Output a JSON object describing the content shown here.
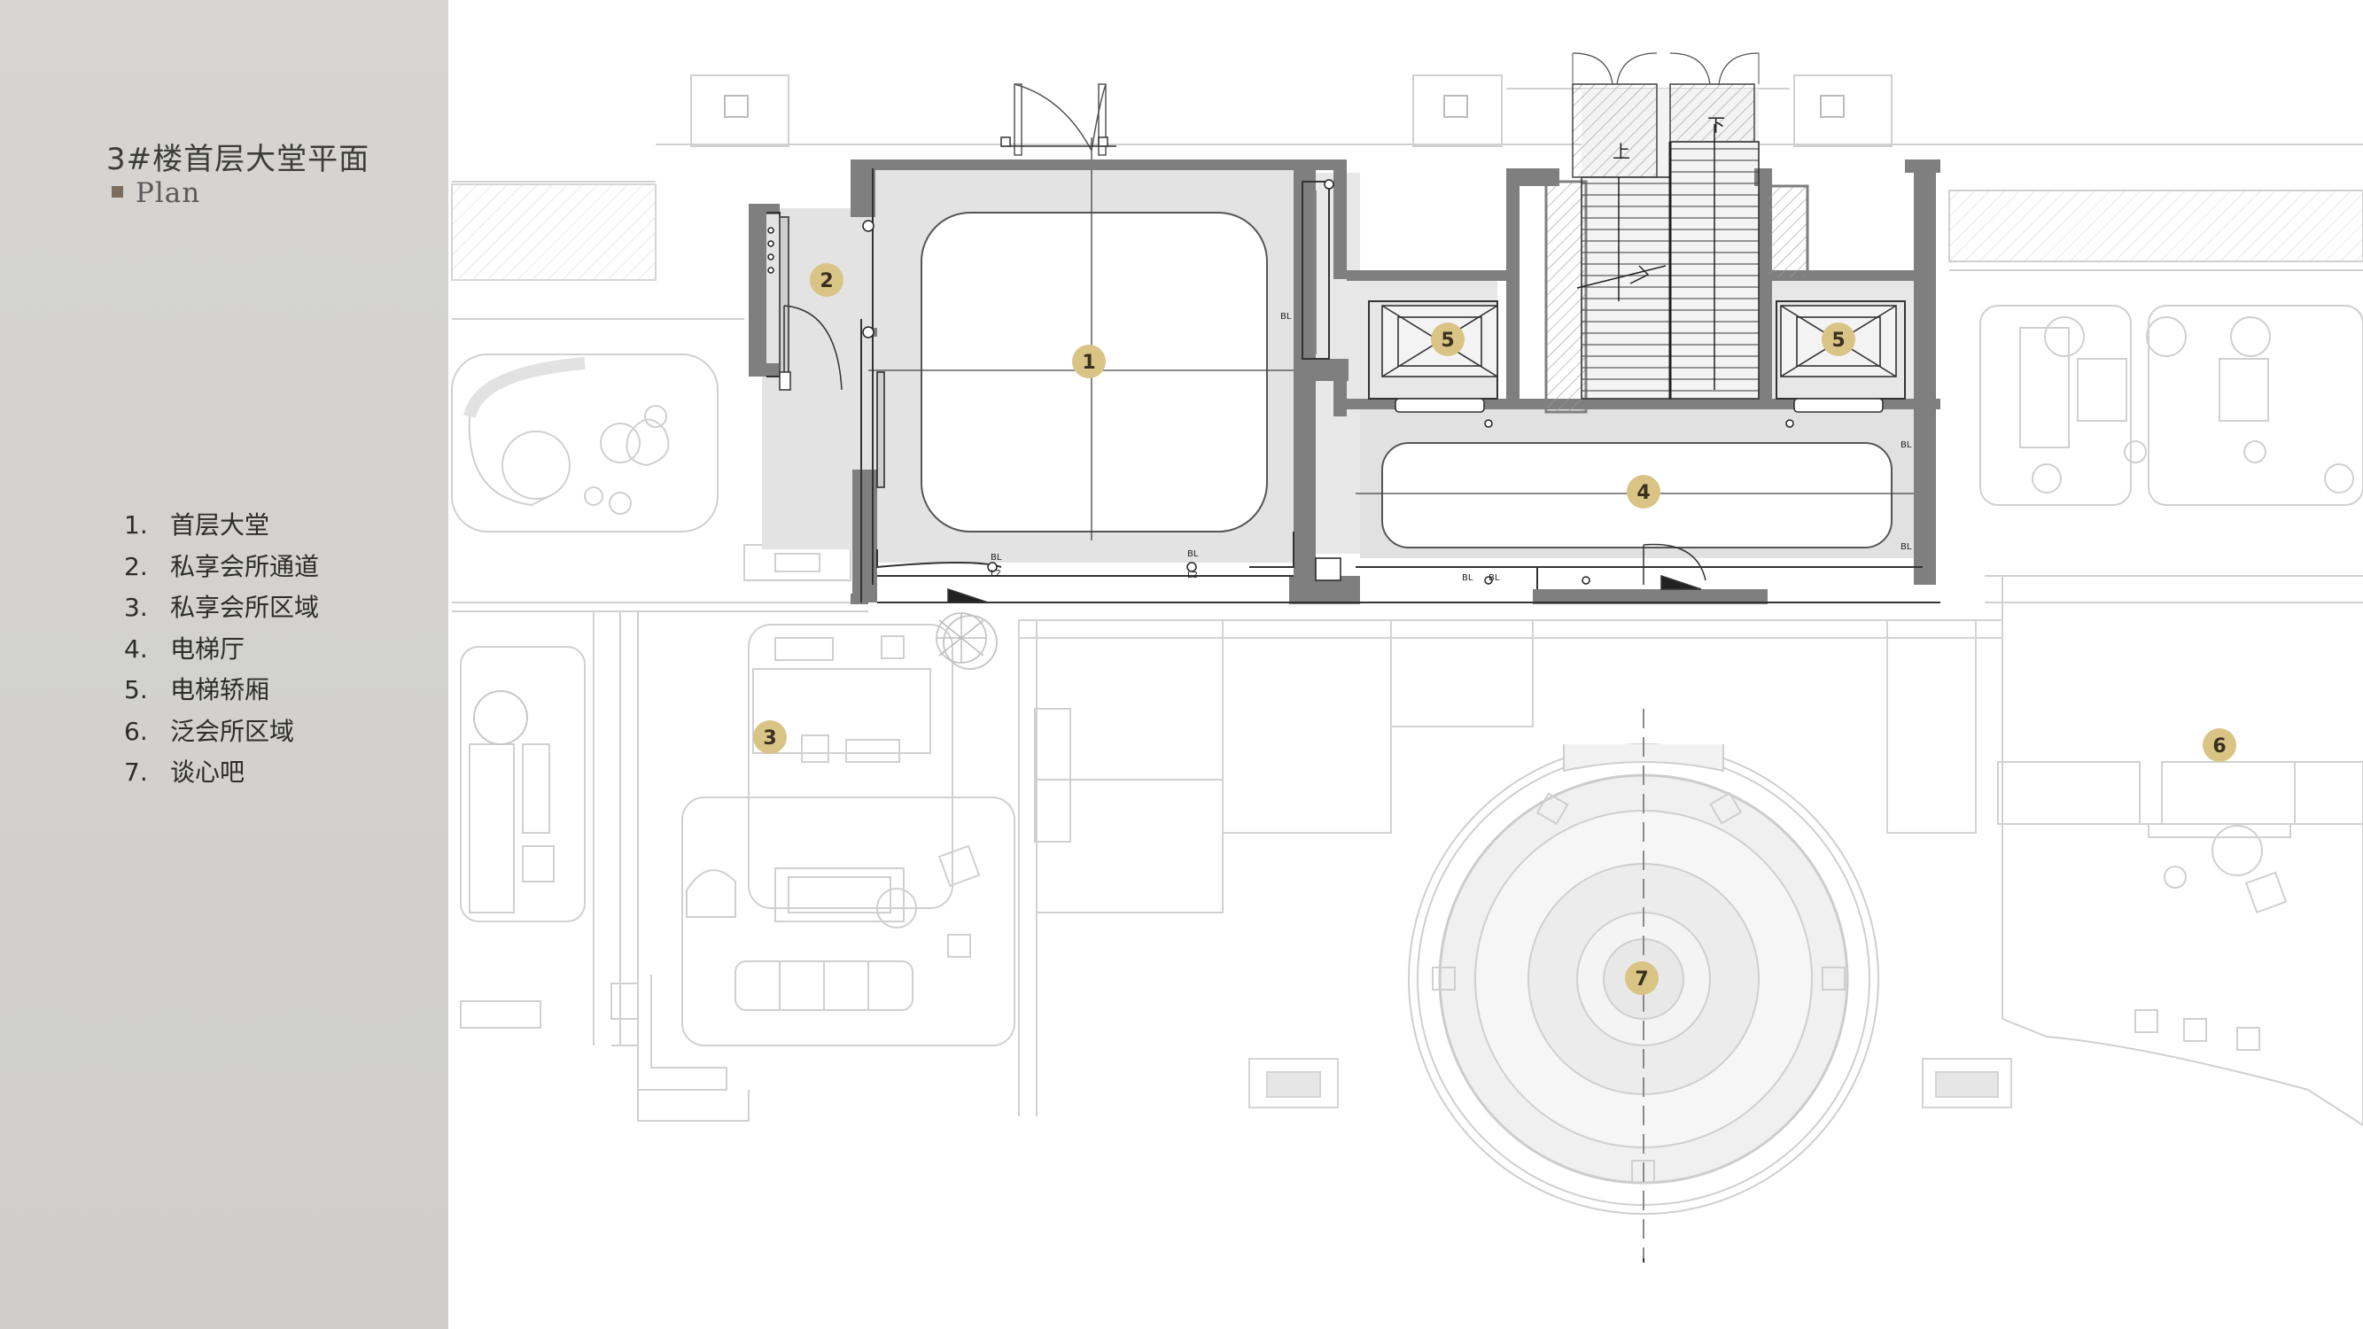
{
  "title": "3#楼首层大堂平面",
  "subtitle": "Plan",
  "legend": [
    {
      "num": "1.",
      "label": "首层大堂"
    },
    {
      "num": "2.",
      "label": "私享会所通道"
    },
    {
      "num": "3.",
      "label": "私享会所区域"
    },
    {
      "num": "4.",
      "label": "电梯厅"
    },
    {
      "num": "5.",
      "label": "电梯轿厢"
    },
    {
      "num": "6.",
      "label": "泛会所区域"
    },
    {
      "num": "7.",
      "label": "谈心吧"
    }
  ],
  "markers": [
    "1",
    "2",
    "3",
    "4",
    "5",
    "5",
    "6",
    "7"
  ],
  "stair_labels": {
    "up": "上",
    "down": "下"
  },
  "colors": {
    "sidebar": "#d2d1ce",
    "marker_fill": "#d9c486",
    "wall": "#7f7f7f",
    "floor": "#e2e2e2"
  }
}
